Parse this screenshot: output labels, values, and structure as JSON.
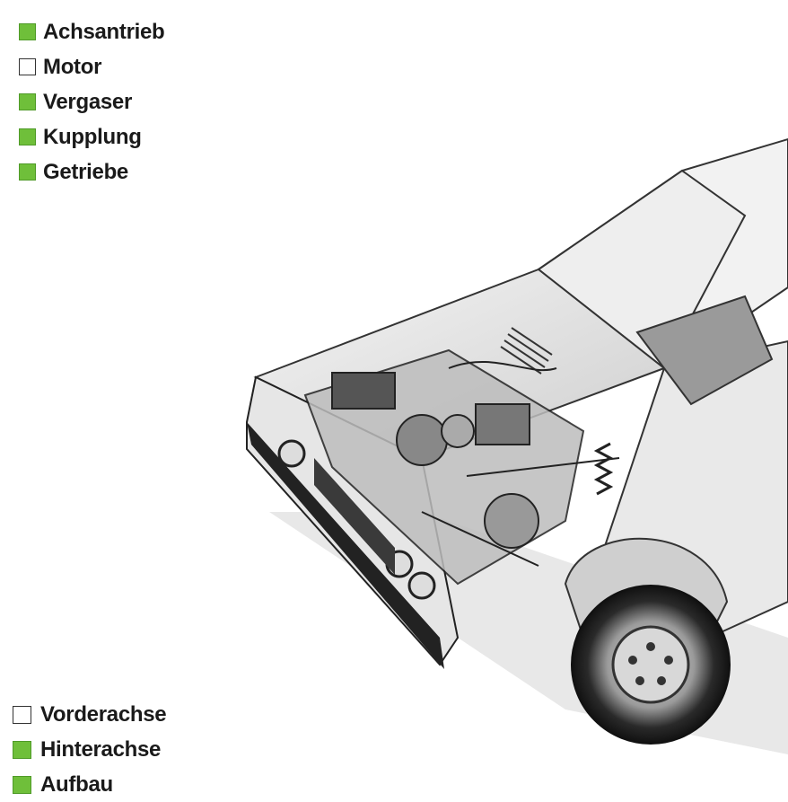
{
  "legend_top": [
    {
      "label": "Achsantrieb",
      "checked": true
    },
    {
      "label": "Motor",
      "checked": false
    },
    {
      "label": "Vergaser",
      "checked": true
    },
    {
      "label": "Kupplung",
      "checked": true
    },
    {
      "label": "Getriebe",
      "checked": true
    }
  ],
  "legend_bottom": [
    {
      "label": "Vorderachse",
      "checked": false
    },
    {
      "label": "Hinterachse",
      "checked": true
    },
    {
      "label": "Aufbau",
      "checked": true
    }
  ],
  "colors": {
    "checked_fill": "#6fbf3a",
    "unchecked_border": "#333333"
  },
  "illustration": {
    "subject": "cutaway-car-drawing"
  }
}
